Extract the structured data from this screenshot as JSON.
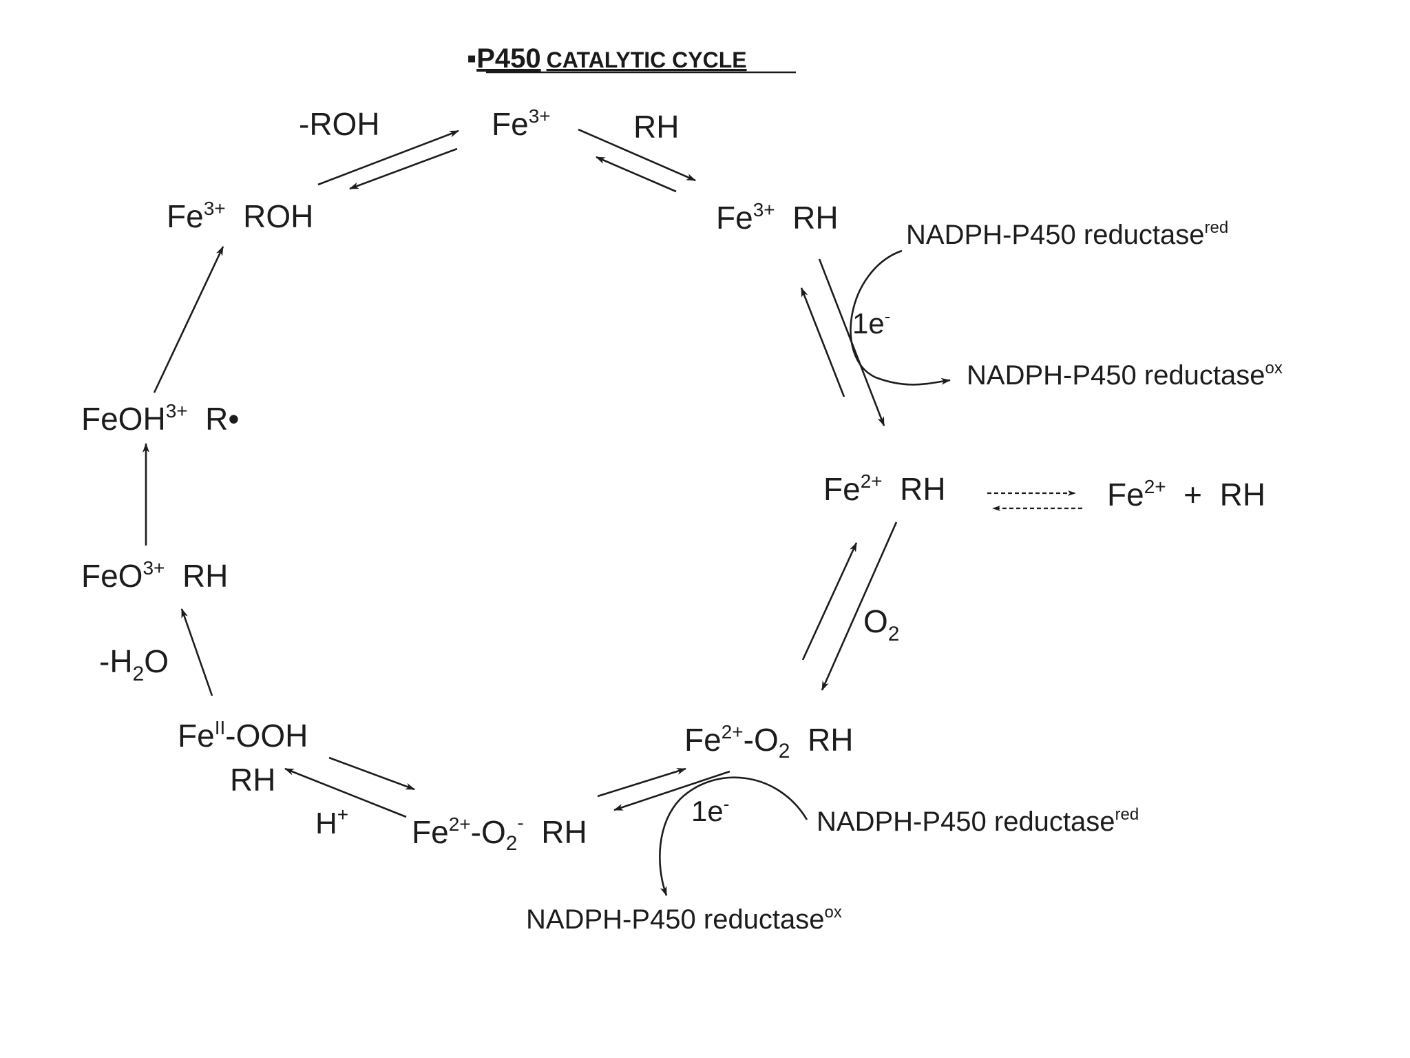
{
  "title": {
    "bullet": "▪",
    "main": "P450",
    "sub": "CATALYTIC CYCLE"
  },
  "species": {
    "fe3": {
      "base": "Fe",
      "sup": "3+"
    },
    "fe3_rh": {
      "base": "Fe",
      "sup": "3+",
      "rest": "  RH"
    },
    "fe2_rh": {
      "base": "Fe",
      "sup": "2+",
      "rest": "  RH"
    },
    "fe2_free": {
      "base": "Fe",
      "sup": "2+",
      "rest": "  +  RH"
    },
    "fe2_o2_rh": {
      "base": "Fe",
      "sup": "2+",
      "mid": "-O",
      "sub": "2",
      "rest": "  RH"
    },
    "fe2_o2m_rh": {
      "base": "Fe",
      "sup": "2+",
      "mid": "-O",
      "sub": "2",
      "sup2": "-",
      "rest": "  RH"
    },
    "feii_ooh": {
      "base": "Fe",
      "sup": "II",
      "rest": "-OOH",
      "line2": "RH"
    },
    "feo3_rh": {
      "base": "FeO",
      "sup": "3+",
      "rest": "  RH"
    },
    "feoh3_r": {
      "base": "FeOH",
      "sup": "3+",
      "rest": "  R•"
    },
    "fe3_roh": {
      "base": "Fe",
      "sup": "3+",
      "rest": "  ROH"
    }
  },
  "labels": {
    "minus_roh": "-ROH",
    "rh_top": "RH",
    "e1_upper": {
      "base": "1e",
      "sup": "-"
    },
    "e1_lower": {
      "base": "1e",
      "sup": "-"
    },
    "o2": {
      "base": "O",
      "sub": "2"
    },
    "h_plus": {
      "base": "H",
      "sup": "+"
    },
    "minus_h2o": {
      "pre": "-H",
      "sub": "2",
      "post": "O"
    }
  },
  "reductase": {
    "red_upper": {
      "base": "NADPH-P450 reductase",
      "sup": "red"
    },
    "ox_upper": {
      "base": "NADPH-P450 reductase",
      "sup": "ox"
    },
    "red_lower": {
      "base": "NADPH-P450 reductase",
      "sup": "red"
    },
    "ox_lower": {
      "base": "NADPH-P450 reductase",
      "sup": "ox"
    }
  }
}
